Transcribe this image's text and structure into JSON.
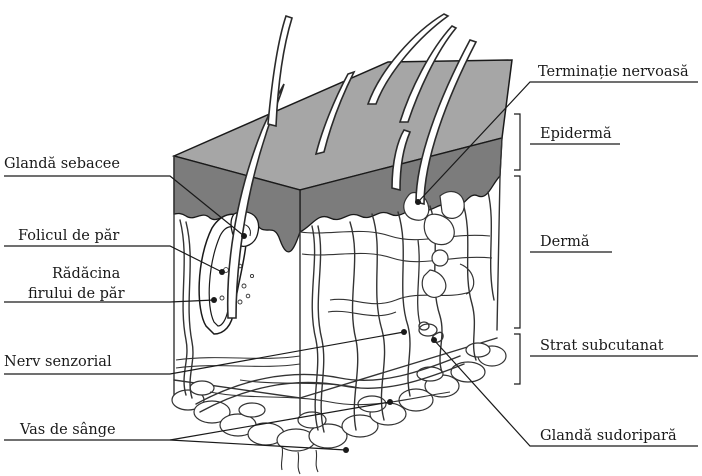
{
  "labels": {
    "sebaceous_gland": "Glandă sebacee",
    "hair_follicle": "Folicul de păr",
    "hair_root_line1": "Rădăcina",
    "hair_root_line2": "firului de păr",
    "sensory_nerve": "Nerv senzorial",
    "blood_vessel": "Vas de sânge",
    "nerve_ending": "Terminație nervoasă",
    "epidermis": "Epidermă",
    "dermis": "Dermă",
    "subcutaneous": "Strat subcutanat",
    "sweat_gland": "Glandă sudoripară"
  },
  "colors": {
    "skin_top": "#a6a6a6",
    "epidermis_band": "#7c7c7c",
    "outline": "#1a1a1a"
  }
}
